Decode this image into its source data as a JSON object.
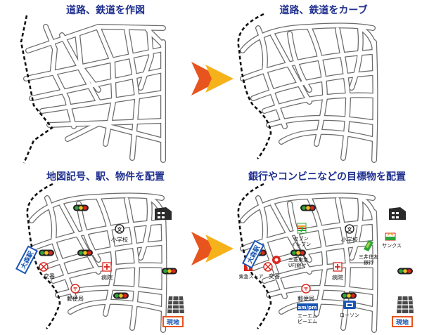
{
  "titles": {
    "step1": "道路、鉄道を作図",
    "step2": "道路、鉄道をカーブ",
    "step3": "地図記号、駅、物件を配置",
    "step4": "銀行やコンビニなどの目標物を配置"
  },
  "map_labels": {
    "station": "大森駅",
    "police": "交番",
    "school": "小学校",
    "hospital": "病院",
    "post_office": "郵便局",
    "site": "現地"
  },
  "landmarks": {
    "seven_eleven": "セブンイレブン",
    "seven_line1": "セブン",
    "seven_line2": "イレブン",
    "bank_mufj_line1": "三菱東京",
    "bank_mufj_line2": "UFJ銀行",
    "sunkus": "サンクス",
    "bank_smbc_line1": "三井住友",
    "bank_smbc_line2": "銀行",
    "tokyu_store": "東急ストア",
    "ampm_logo": "am/pm",
    "ampm_line1": "エーエム",
    "ampm_line2": "ピーエム",
    "lawson": "ローソン"
  },
  "colors": {
    "title": "#1f2f8f",
    "arrow_outer": "#e8541e",
    "arrow_inner": "#f6b21b",
    "station_blue": "#1a56b4",
    "road_outline": "#6b6b6b",
    "signal_green": "#2ea43a",
    "signal_yellow": "#f2c21d",
    "signal_red": "#d9261c"
  }
}
